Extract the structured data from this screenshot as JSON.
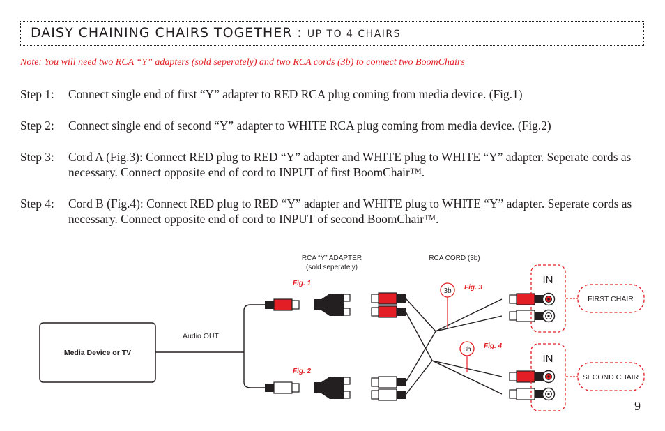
{
  "title": {
    "main": "DAISY CHAINING CHAIRS TOGETHER : ",
    "sub": "UP TO 4 CHAIRS"
  },
  "note": "Note: You will need two RCA “Y” adapters (sold seperately) and two RCA cords (3b) to connect two BoomChairs",
  "steps": [
    {
      "label": "Step 1:",
      "text": "Connect single end of first “Y” adapter to RED RCA plug coming from media device. (Fig.1)"
    },
    {
      "label": "Step 2:",
      "text": "Connect single end of second “Y” adapter to WHITE RCA plug coming from media device. (Fig.2)"
    },
    {
      "label": "Step 3:",
      "text": "Cord A (Fig.3):  Connect RED plug to RED “Y” adapter and WHITE plug to WHITE “Y” adapter. Seperate cords as necessary. Connect opposite end of cord to INPUT of first BoomChair™."
    },
    {
      "label": "Step 4:",
      "text": "Cord B (Fig.4):  Connect RED plug to RED “Y” adapter and WHITE plug to WHITE “Y” adapter. Seperate cords as necessary. Connect opposite end of cord to INPUT of second BoomChair™."
    }
  ],
  "diagram": {
    "media_device": "Media Device or TV",
    "audio_out": "Audio OUT",
    "adapter_label_1": "RCA “Y” ADAPTER",
    "adapter_label_2": "(sold seperately)",
    "cord_label": "RCA CORD (3b)",
    "fig1": "Fig. 1",
    "fig2": "Fig. 2",
    "fig3": "Fig. 3",
    "fig4": "Fig. 4",
    "badge_a": "3b",
    "badge_b": "3b",
    "in_top": "IN",
    "in_bottom": "IN",
    "first_chair": "FIRST CHAIR",
    "second_chair": "SECOND CHAIR"
  },
  "colors": {
    "red": "#e31e24",
    "ink": "#231f20"
  },
  "page_number": "9"
}
